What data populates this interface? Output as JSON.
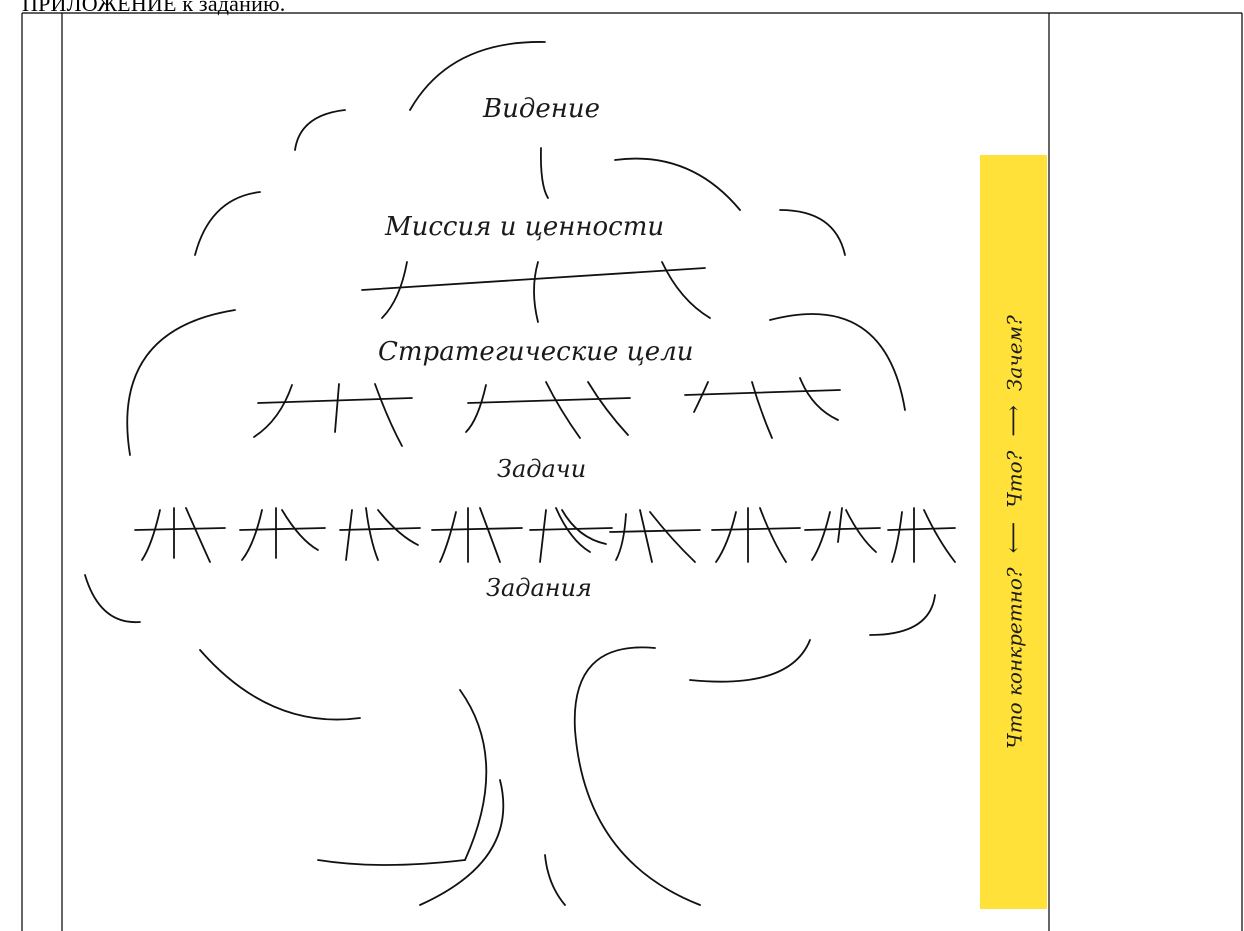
{
  "document": {
    "heading": "ПРИЛОЖЕНИЕ к заданию."
  },
  "tree": {
    "vision": "Видение",
    "mission": "Миссия и ценности",
    "strategic_goals": "Стратегические цели",
    "objectives": "Задачи",
    "tasks": "Задания"
  },
  "sidebar": {
    "background_color": "#FFE13A",
    "what_concretely": "Что конкретно?",
    "what": "Что?",
    "why": "Зачем?",
    "arrow_left_icon": "arrow-left",
    "arrow_right_icon": "arrow-right"
  }
}
